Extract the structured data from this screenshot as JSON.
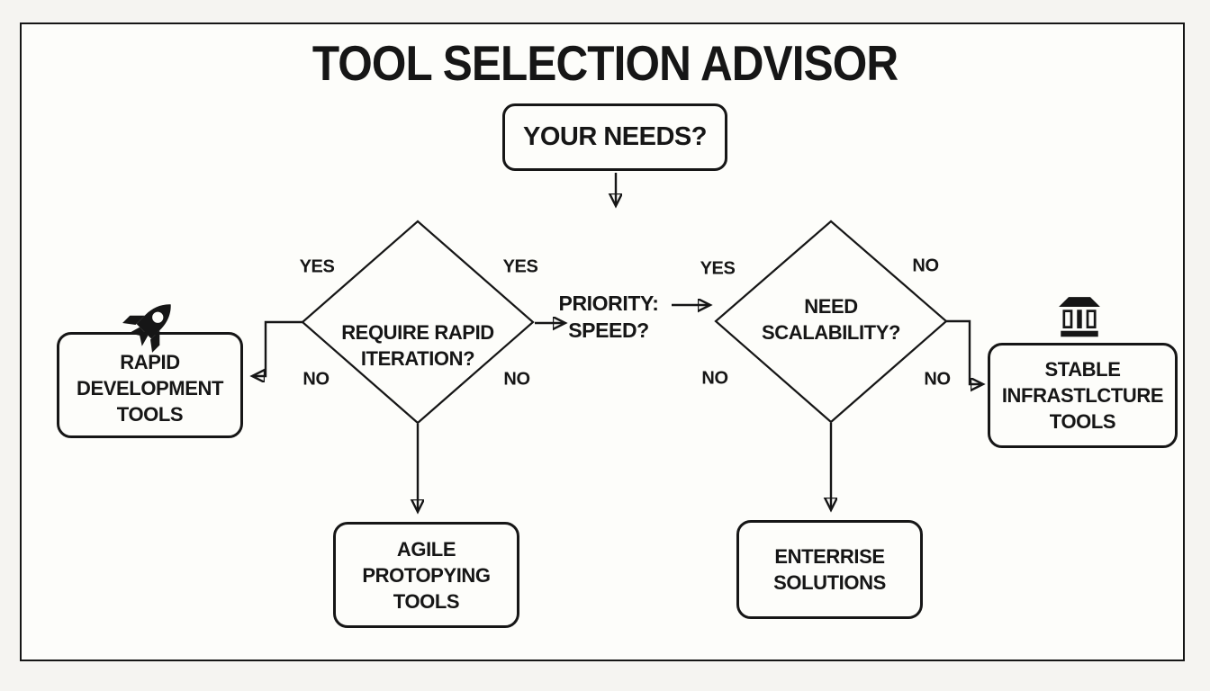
{
  "title": "TOOL SELECTION ADVISOR",
  "colors": {
    "ink": "#161616",
    "paper": "#fdfdfa",
    "page_background": "#f5f4f1"
  },
  "nodes": {
    "start": {
      "label": "YOUR NEEDS?"
    },
    "decision_rapid_iteration": {
      "label": "REQUIRE RAPID\nITERATION?"
    },
    "priority_speed": {
      "label": "PRIORITY:\nSPEED?"
    },
    "decision_scalability": {
      "label": "NEED\nSCALABILITY?"
    },
    "rapid_development": {
      "label": "RAPID\nDEVELOPMENT\nTOOLS",
      "icon": "rocket-icon"
    },
    "agile_prototyping": {
      "label": "AGILE\nPROTOPYING\nTOOLS"
    },
    "enterprise_solutions": {
      "label": "ENTERRISE\nSOLUTIONS"
    },
    "stable_infrastructure": {
      "label": "STABLE\nINFRASTLCTURE\nTOOLS",
      "icon": "bank-icon"
    }
  },
  "edge_labels": {
    "iteration_top_left": "YES",
    "iteration_top_right": "YES",
    "iteration_bottom_left": "NO",
    "iteration_bottom_right": "NO",
    "scalability_top_left": "YES",
    "scalability_top_right": "NO",
    "scalability_bottom_left": "NO",
    "scalability_bottom_right": "NO"
  }
}
